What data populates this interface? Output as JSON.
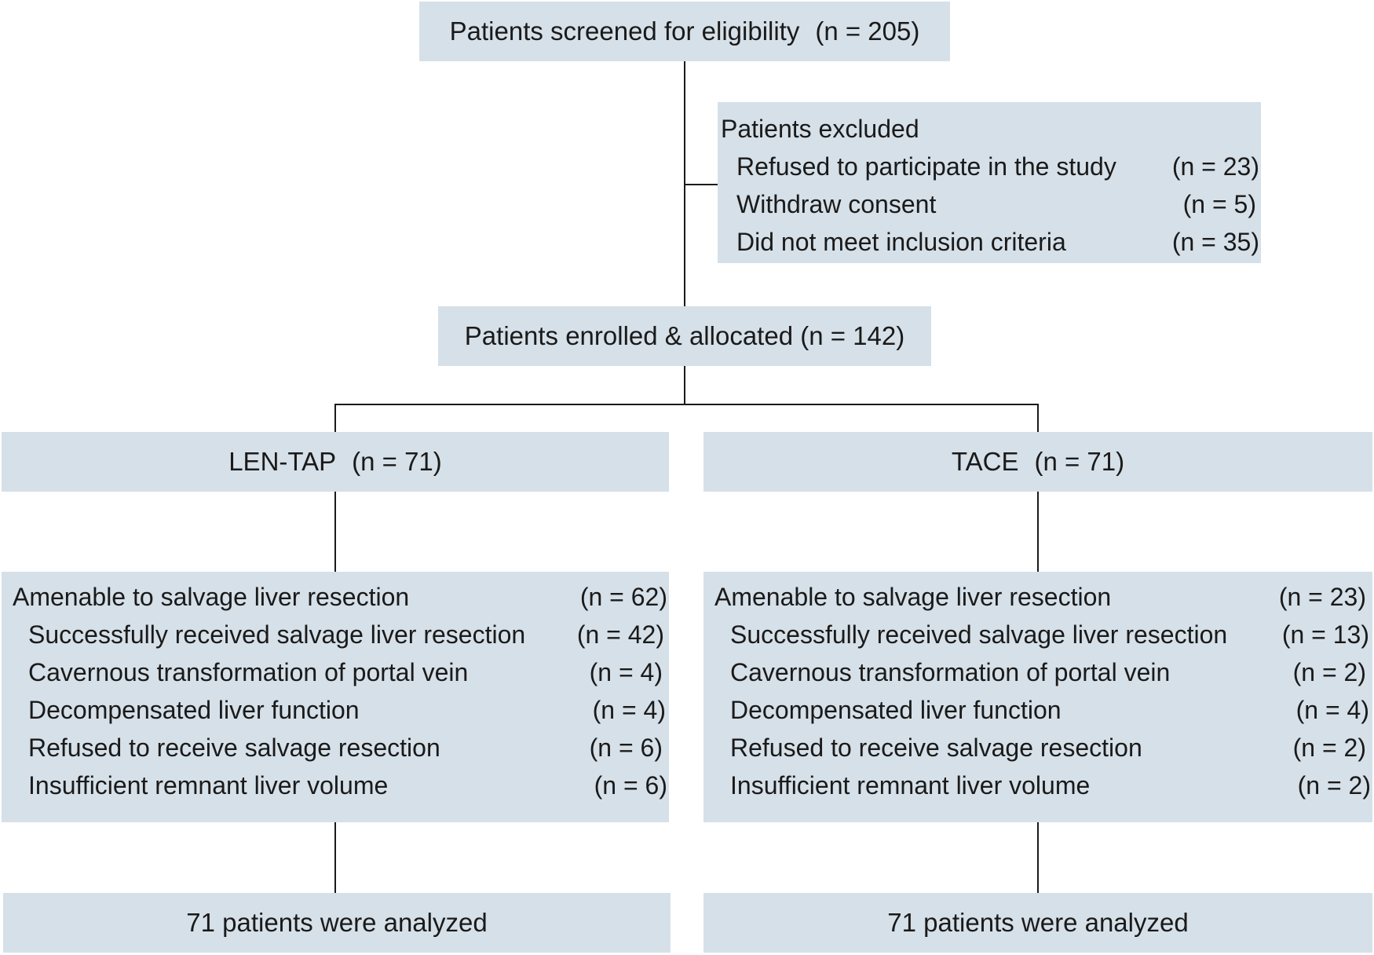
{
  "screened": {
    "label": "Patients screened for eligibility",
    "n": "(n = 205)"
  },
  "excluded": {
    "title": "Patients excluded",
    "items": [
      {
        "label": "Refused to participate in the study",
        "n": "(n = 23)"
      },
      {
        "label": "Withdraw consent",
        "n": "(n = 5)"
      },
      {
        "label": "Did not meet inclusion criteria",
        "n": "(n = 35)"
      }
    ]
  },
  "enrolled": {
    "label": "Patients enrolled & allocated (n = 142)"
  },
  "arms": [
    {
      "name": "LEN-TAP",
      "n": "(n = 71)",
      "details": [
        {
          "label": "Amenable to salvage liver resection",
          "n": "(n = 62)"
        },
        {
          "label": "Successfully received salvage liver resection",
          "n": "(n = 42)"
        },
        {
          "label": "Cavernous transformation of portal vein",
          "n": "(n = 4)"
        },
        {
          "label": "Decompensated liver function",
          "n": "(n = 4)"
        },
        {
          "label": "Refused to receive salvage resection",
          "n": "(n = 6)"
        },
        {
          "label": "Insufficient remnant liver volume",
          "n": "(n = 6)"
        }
      ],
      "analyzed": "71 patients were analyzed"
    },
    {
      "name": "TACE",
      "n": "(n = 71)",
      "details": [
        {
          "label": "Amenable to salvage liver resection",
          "n": "(n = 23)"
        },
        {
          "label": "Successfully received salvage liver resection",
          "n": "(n = 13)"
        },
        {
          "label": "Cavernous transformation of portal vein",
          "n": "(n = 2)"
        },
        {
          "label": "Decompensated liver function",
          "n": "(n = 4)"
        },
        {
          "label": "Refused to receive salvage resection",
          "n": "(n = 2)"
        },
        {
          "label": "Insufficient remnant liver volume",
          "n": "(n = 2)"
        }
      ],
      "analyzed": "71 patients were analyzed"
    }
  ],
  "colors": {
    "box_fill": "#d6e0e8",
    "line": "#1a1a1a",
    "text": "#1a1a1a"
  }
}
